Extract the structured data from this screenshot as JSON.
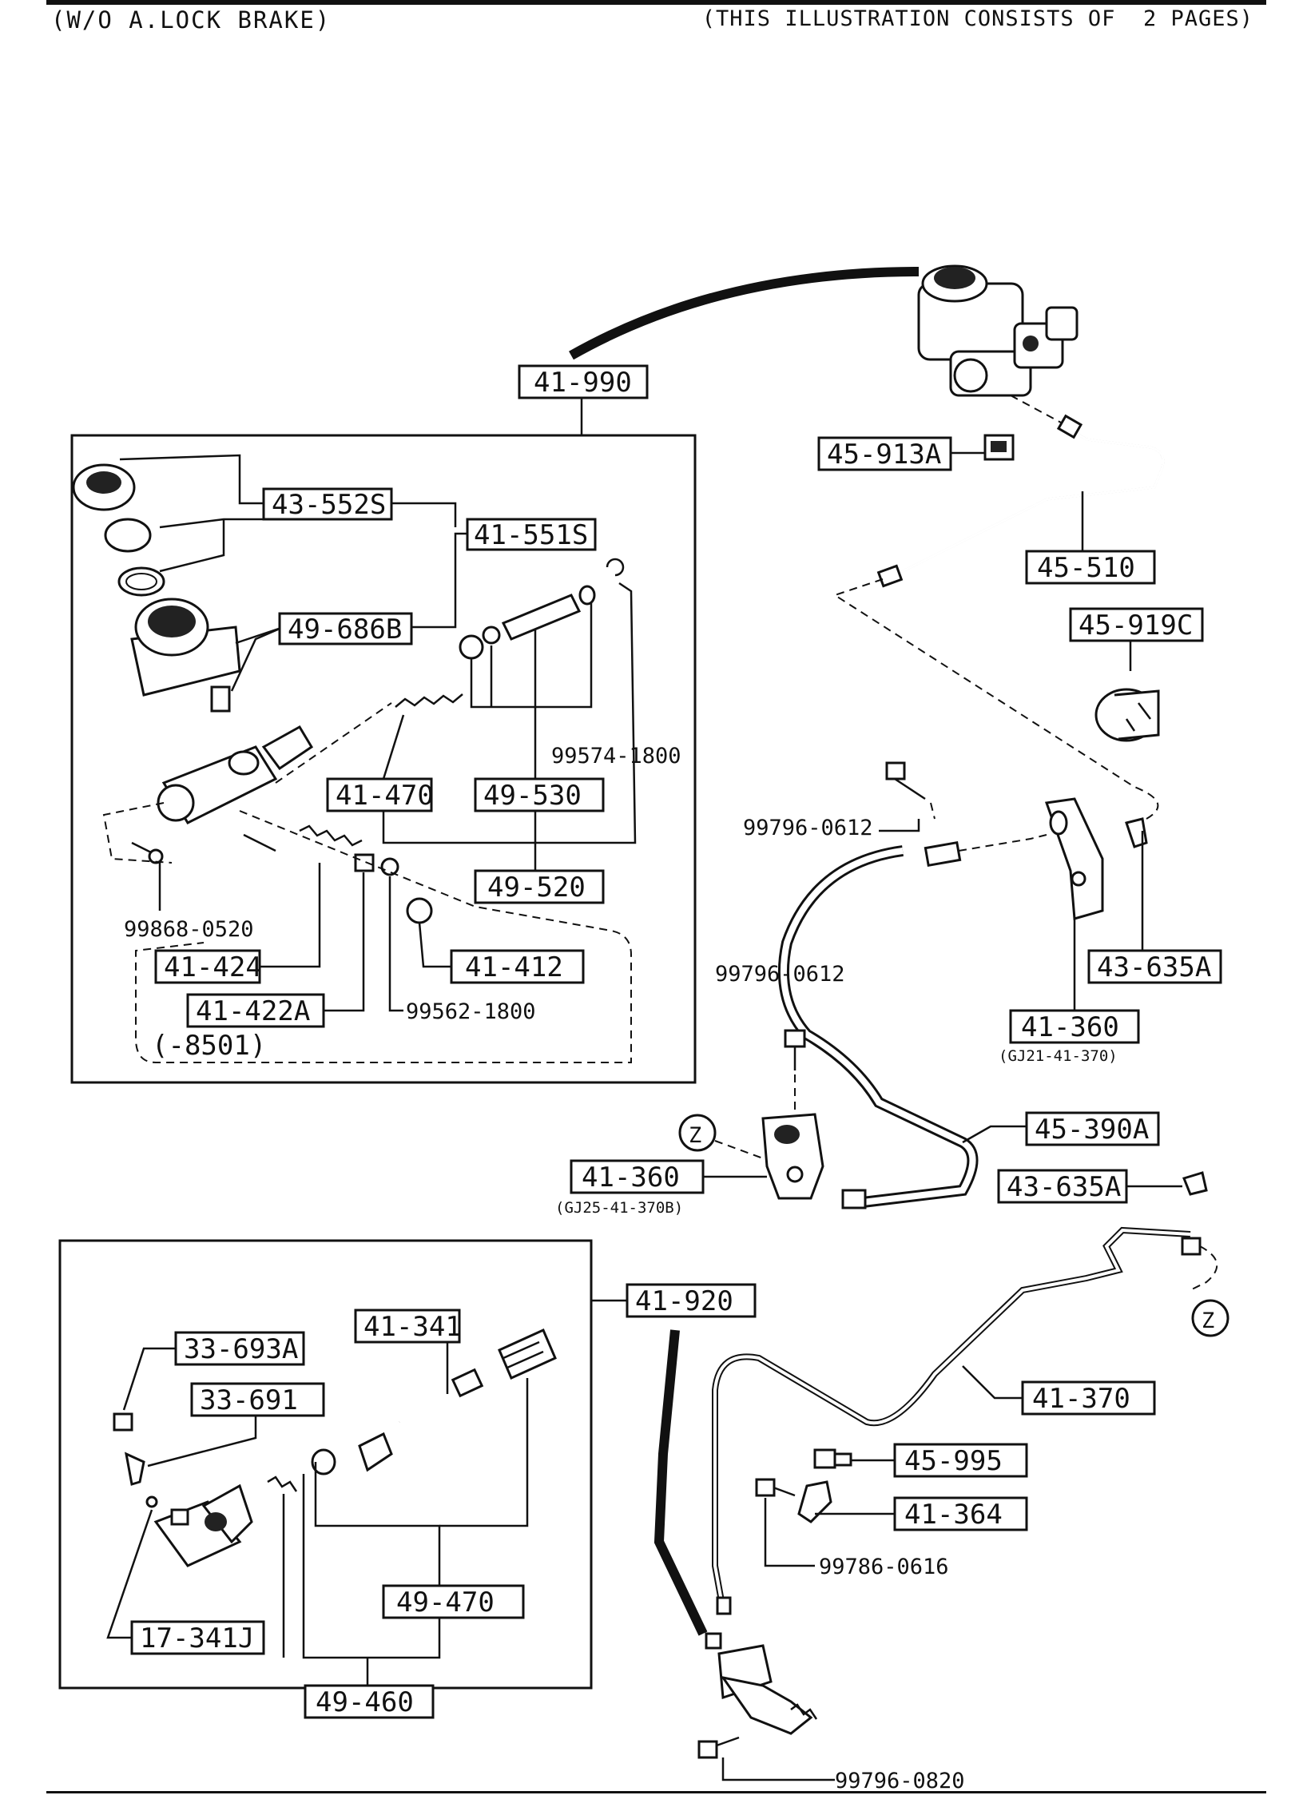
{
  "header": {
    "left": "(W/O A.LOCK BRAKE)",
    "right": "(THIS ILLUSTRATION CONSISTS OF  2 PAGES)"
  },
  "labels": {
    "l41990": "41-990",
    "l43552s": "43-552S",
    "l41551s": "41-551S",
    "l49686b": "49-686B",
    "l41470": "41-470",
    "l49530": "49-530",
    "l99574": "99574-1800",
    "l49520": "49-520",
    "l99868": "99868-0520",
    "l41424": "41-424",
    "l41412": "41-412",
    "l41422a": "41-422A",
    "l99562": "99562-1800",
    "l8501": "(-8501)",
    "l45913a": "45-913A",
    "l45510": "45-510",
    "l45919c": "45-919C",
    "l99796a": "99796-0612",
    "l99796b": "99796-0612",
    "l43635a1": "43-635A",
    "l41360a": "41-360",
    "l41360a_sub": "(GJ21-41-370)",
    "l45390a": "45-390A",
    "l41360b": "41-360",
    "l41360b_sub": "(GJ25-41-370B)",
    "l43635a2": "43-635A",
    "lz1": "Z",
    "lz2": "Z",
    "l41920": "41-920",
    "l41341": "41-341",
    "l33693a": "33-693A",
    "l33691": "33-691",
    "l41370": "41-370",
    "l45995": "45-995",
    "l41364": "41-364",
    "l99786": "99786-0616",
    "l49470": "49-470",
    "l17341j": "17-341J",
    "l49460": "49-460",
    "l99796c": "99796-0820"
  }
}
